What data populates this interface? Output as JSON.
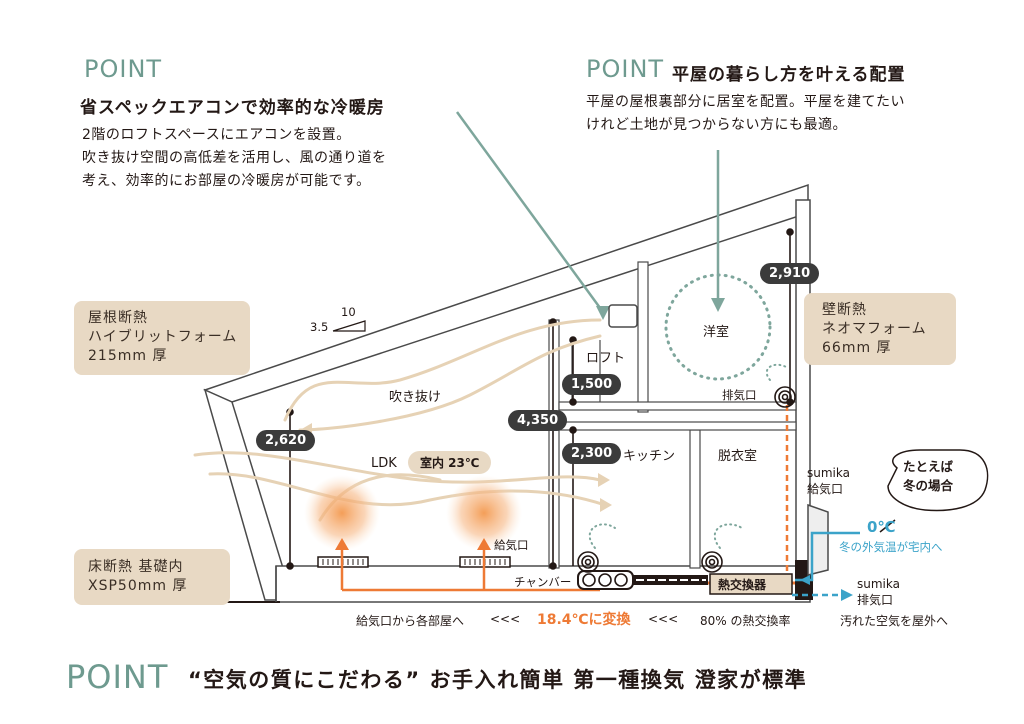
{
  "point1": {
    "label": "POINT",
    "title": "省スペックエアコンで効率的な冷暖房",
    "lines": [
      "2階のロフトスペースにエアコンを設置。",
      "吹き抜け空間の高低差を活用し、風の通り道を",
      "考え、効率的にお部屋の冷暖房が可能です。"
    ]
  },
  "point2": {
    "label": "POINT",
    "title": "平屋の暮らし方を叶える配置",
    "lines": [
      "平屋の屋根裏部分に居室を配置。平屋を建てたい",
      "けれど土地が見つからない方にも最適。"
    ]
  },
  "callouts": {
    "roof": [
      "屋根断熱",
      "ハイブリットフォーム",
      "215mm 厚"
    ],
    "wall": [
      "壁断熱",
      "ネオマフォーム",
      "66mm 厚"
    ],
    "floor": [
      "床断熱 基礎内",
      "XSP50mm 厚"
    ]
  },
  "dimensions": {
    "d2910": "2,910",
    "d2620": "2,620",
    "d1500": "1,500",
    "d4350": "4,350",
    "d2300": "2,300"
  },
  "slope": {
    "run": "10",
    "rise": "3.5"
  },
  "rooms": {
    "yoshitsu": "洋室",
    "loft": "ロフト",
    "fukinuke": "吹き抜け",
    "ldk": "LDK",
    "kitchen": "キッチン",
    "datsuishitsu": "脱衣室",
    "indoor_temp": "室内 23℃"
  },
  "vents": {
    "exhaust": "排気口",
    "supply": "給気口",
    "chamber": "チャンバー",
    "heat_exchanger": "熱交換器",
    "sumika_supply": [
      "sumika",
      "給気口"
    ],
    "sumika_exhaust": [
      "sumika",
      "排気口"
    ],
    "dirty_air": "汚れた空気を屋外へ"
  },
  "example": {
    "bubble": [
      "たとえば",
      "冬の場合"
    ],
    "outside_temp": "0℃",
    "outside_desc": "冬の外気温が宅内へ"
  },
  "flow_bar": {
    "left": "給気口から各部屋へ",
    "arrows1": "<<<",
    "converted": "18.4℃に変換",
    "arrows2": "<<<",
    "rate": "80% の熱交換率"
  },
  "bottom": {
    "label": "POINT",
    "text": "“空気の質にこだわる” お手入れ簡単 第一種換気 澄家が標準"
  },
  "colors": {
    "accent_green": "#6e9a8f",
    "callout_beige": "#e8d9c4",
    "orange": "#ee7a35",
    "blue": "#3ba3c9"
  }
}
